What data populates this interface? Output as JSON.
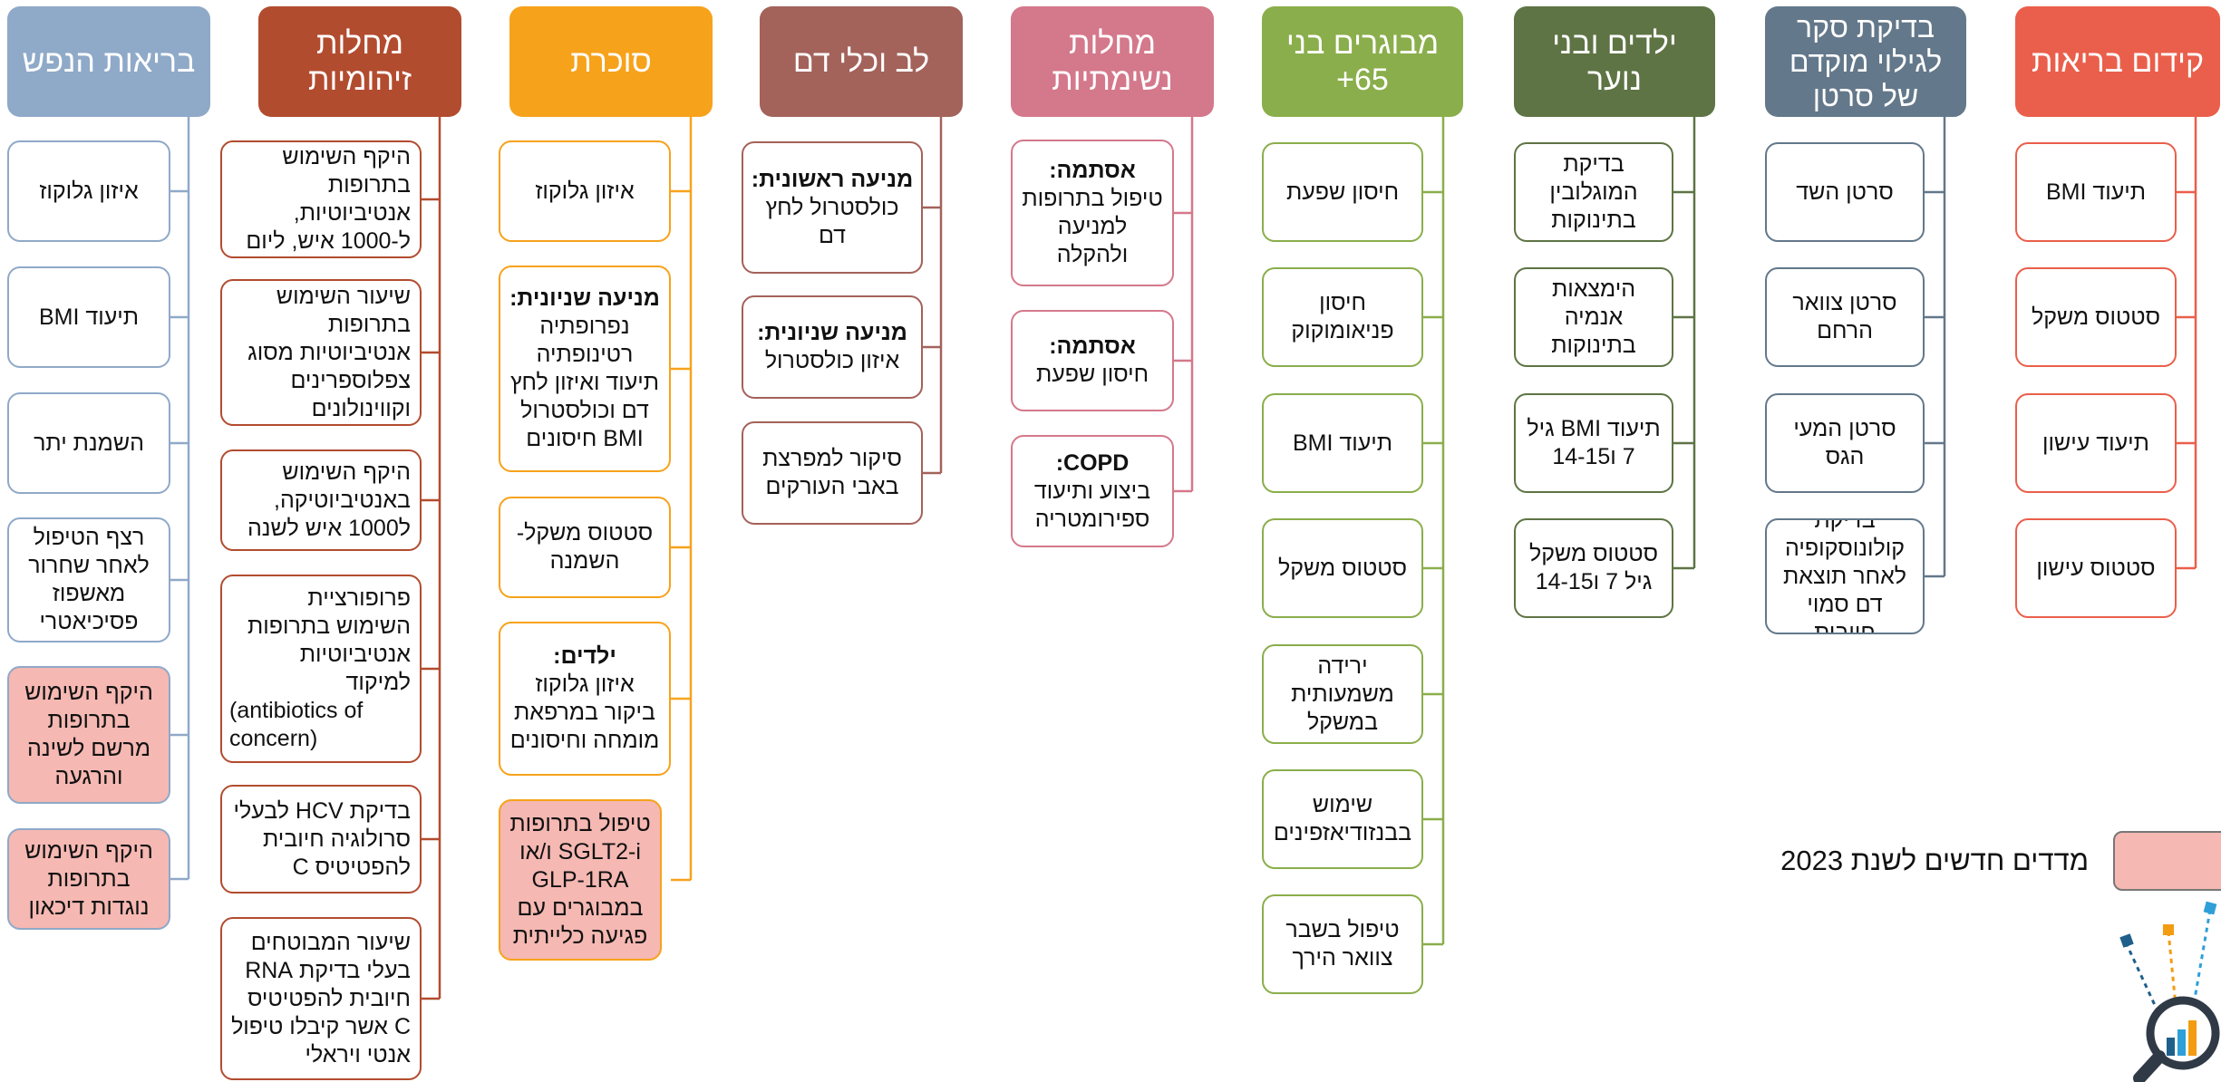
{
  "colors": {
    "mental": "#8fa9c8",
    "infect": "#b24c2f",
    "diabetes": "#f7a21b",
    "heart": "#a3625a",
    "resp": "#d4788b",
    "elderly": "#8aae4b",
    "kids": "#5e7444",
    "cancer": "#63788a",
    "promo": "#ea5f4b",
    "new_fill": "#f5b8b2"
  },
  "columns": {
    "promo": {
      "title": "קידום בריאות",
      "items": [
        "תיעוד BMI",
        "סטטוס משקל",
        "תיעוד עישון",
        "סטטוס עישון"
      ]
    },
    "cancer": {
      "title": "בדיקת סקר לגילוי מוקדם של סרטן",
      "items": [
        "סרטן השד",
        "סרטן צוואר הרחם",
        "סרטן המעי הגס",
        "בדיקת קולונוסקופיה לאחר תוצאת דם סמוי חיובית"
      ]
    },
    "kids": {
      "title": "ילדים ובני נוער",
      "items": [
        "בדיקת המוגלובין בתינוקות",
        "הימצאות אנמיה בתינוקות",
        "תיעוד BMI גיל 7 ו14-15",
        "סטטוס משקל גיל 7 ו14-15"
      ]
    },
    "elderly": {
      "title": "מבוגרים בני 65+",
      "items": [
        "חיסון שפעת",
        "חיסון פניאומוקוק",
        "תיעוד BMI",
        "סטטוס משקל",
        "ירידה משמעותית במשקל",
        "שימוש בבנזודיאזפינים",
        "טיפול בשבר צוואר הירך"
      ]
    },
    "resp": {
      "title": "מחלות נשימתיות",
      "items": [
        {
          "title": "אסתמה:",
          "body": "טיפול בתרופות למניעה ולהקלה"
        },
        {
          "title": "אסתמה:",
          "body": "חיסון שפעת"
        },
        {
          "title": "COPD:",
          "body": "ביצוע ותיעוד ספירומטריה"
        }
      ]
    },
    "heart": {
      "title": "לב וכלי דם",
      "items": [
        {
          "title": "מניעה ראשונית:",
          "body": "כולסטרול לחץ דם"
        },
        {
          "title": "מניעה שניונית:",
          "body": "איזון כולסטרול"
        },
        {
          "title": "",
          "body": "סיקור למפרצת באבי העורקים"
        }
      ]
    },
    "diabetes": {
      "title": "סוכרת",
      "items": [
        {
          "title": "",
          "body": "איזון גלוקוז"
        },
        {
          "title": "מניעה שניונית:",
          "body": "נפרופתיה רטינופתיה תיעוד ואיזון לחץ דם וכולסטרול BMI חיסונים"
        },
        {
          "title": "",
          "body": "סטטוס משקל- השמנה"
        },
        {
          "title": "ילדים:",
          "body": "איזון גלוקוז ביקור במרפאת מומחה וחיסונים"
        },
        {
          "title": "",
          "body": "טיפול בתרופות SGLT2-i ו/או GLP-1RA במבוגרים עם פגיעה כלייתית"
        }
      ]
    },
    "infect": {
      "title": "מחלות זיהומיות",
      "items": [
        {
          "body": "היקף השימוש בתרופות אנטיביוטיות, ל-1000 איש, ליום",
          "extra": ""
        },
        {
          "body": "שיעור השימוש בתרופות אנטיביוטיות מסוג צפלוספרינים וקווינולונים",
          "extra": ""
        },
        {
          "body": "היקף השימוש באנטיביוטיקה, ל1000 איש לשנה",
          "extra": ""
        },
        {
          "body": "פרופורציית השימוש בתרופות אנטיביוטיות למיקוד",
          "extra": "(antibiotics of concern)"
        },
        {
          "body": "בדיקת HCV לבעלי סרולוגיה חיובית להפטיטיס C",
          "extra": ""
        },
        {
          "body": "שיעור המבוטחים בעלי בדיקת RNA חיובית להפטיטיס C אשר קיבלו טיפול אנטי ויראלי",
          "extra": ""
        }
      ]
    },
    "mental": {
      "title": "בריאות הנפש",
      "items": [
        "איזון גלוקוז",
        "תיעוד BMI",
        "השמנת יתר",
        "רצף הטיפול לאחר שחרור מאשפוז פסיכיאטרי",
        "היקף השימוש בתרופות מרשם לשינה והרגעה",
        "היקף השימוש בתרופות נוגדות דיכאון"
      ]
    }
  },
  "legend": {
    "label": "מדדים חדשים לשנת 2023"
  }
}
